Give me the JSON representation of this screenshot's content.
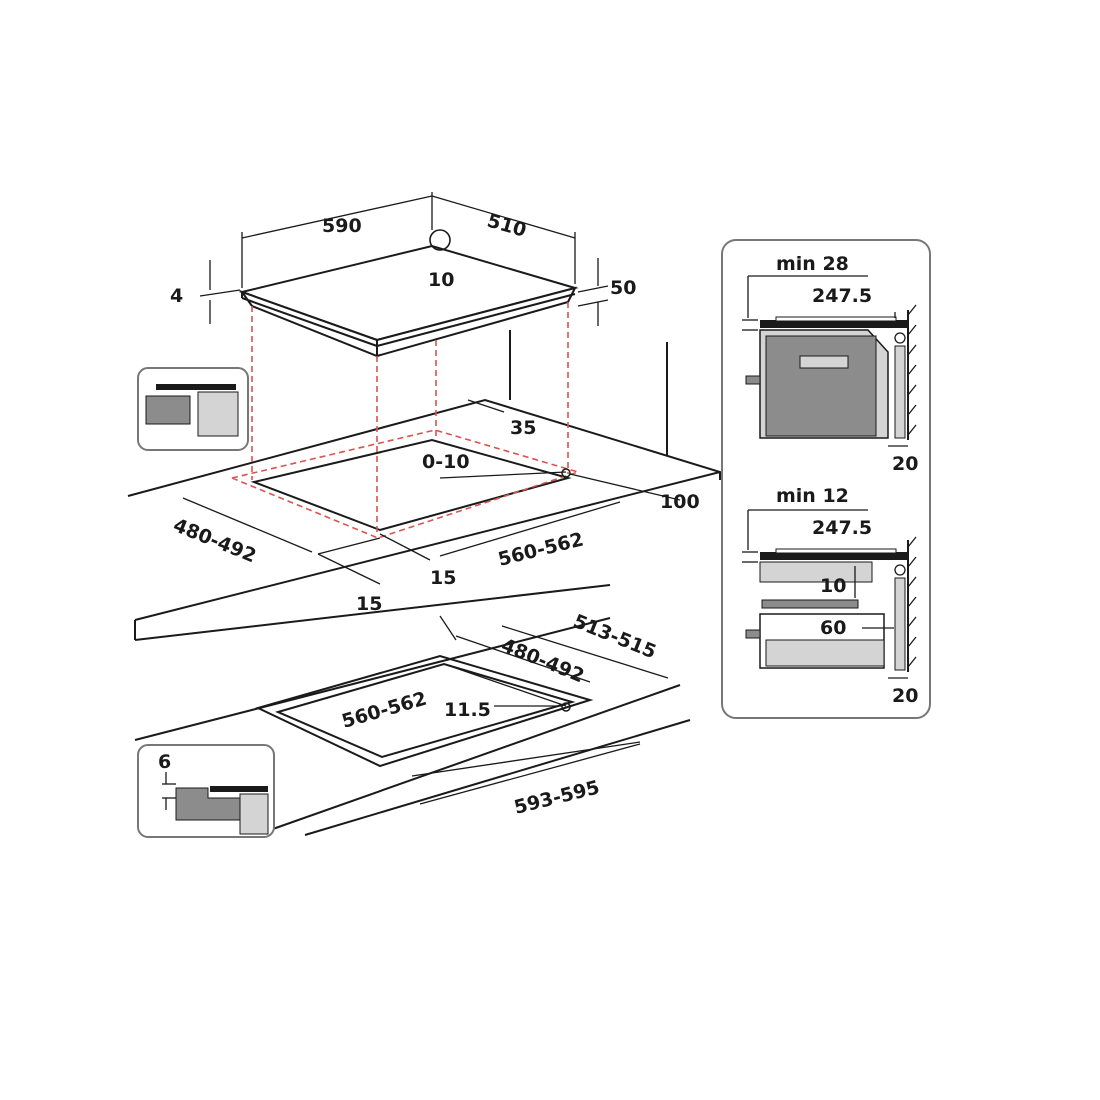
{
  "colors": {
    "line": "#1a1a1a",
    "dashed_guide": "#d9534f",
    "panel_border": "#777777",
    "dark_fill": "#8c8c8c",
    "light_fill": "#d4d4d4"
  },
  "hob": {
    "width": "590",
    "depth": "510",
    "corner_radius": "10",
    "glass_thickness": "4",
    "total_height": "50"
  },
  "cutout_top": {
    "rear_gap": "35",
    "tolerance": "0-10",
    "front_distance": "100",
    "cut_depth": "480-492",
    "cut_width": "560-562",
    "side_gap_right": "15",
    "side_gap_left": "15"
  },
  "flush_cutout": {
    "outer_depth": "513-515",
    "inner_depth": "480-492",
    "inner_width": "560-562",
    "corner_radius": "11.5",
    "outer_width": "593-595"
  },
  "flush_detail": {
    "rebate_depth": "6"
  },
  "install_oven": {
    "min_height": "min 28",
    "rear_distance": "247.5",
    "wall_gap": "20"
  },
  "install_drawer": {
    "min_height": "min 12",
    "rear_distance": "247.5",
    "shelf_gap": "10",
    "shelf_clearance": "60",
    "wall_gap": "20"
  }
}
